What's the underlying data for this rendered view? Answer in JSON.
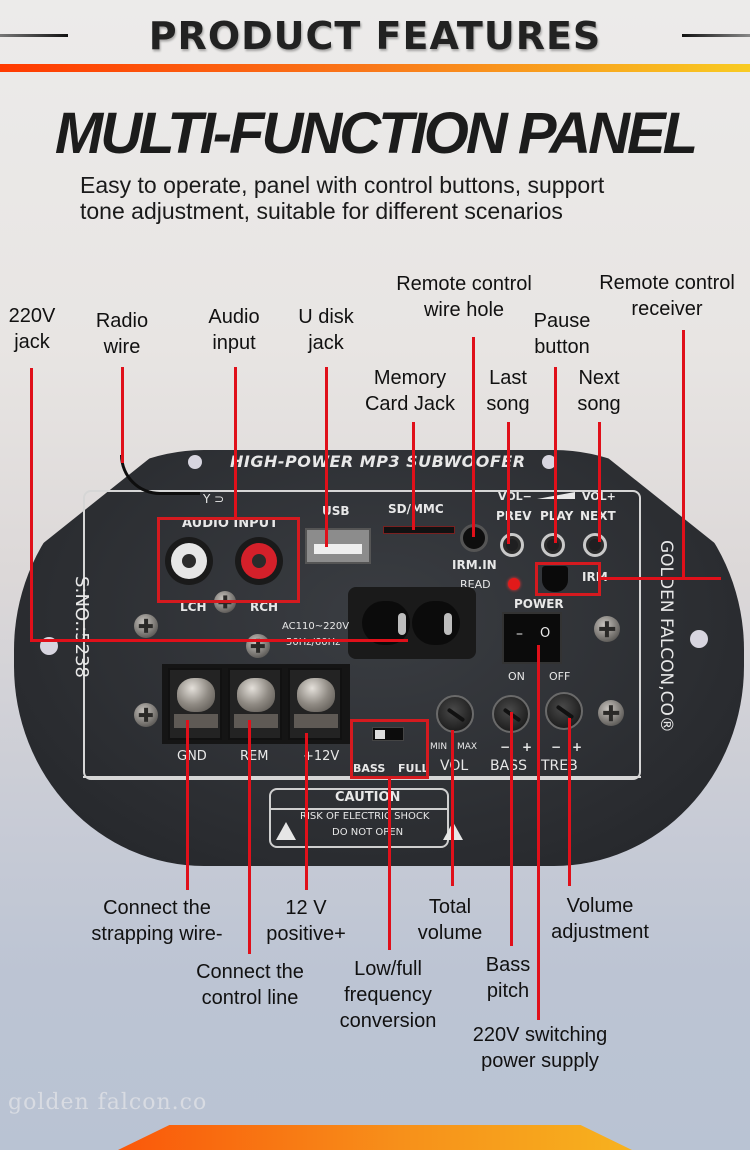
{
  "header": {
    "title": "PRODUCT FEATURES"
  },
  "hero": {
    "title": "MULTI-FUNCTION PANEL",
    "subtitle_line1": "Easy to operate, panel with control buttons, support",
    "subtitle_line2": "tone adjustment, suitable for different scenarios"
  },
  "callouts_top": [
    {
      "id": "jack-220v",
      "line1": "220V",
      "line2": "jack"
    },
    {
      "id": "radio-wire",
      "line1": "Radio",
      "line2": "wire"
    },
    {
      "id": "audio-input",
      "line1": "Audio",
      "line2": "input"
    },
    {
      "id": "u-disk-jack",
      "line1": "U disk",
      "line2": "jack"
    },
    {
      "id": "memory-card-jack",
      "line1": "Memory",
      "line2": "Card Jack"
    },
    {
      "id": "remote-control-wire-hole",
      "line1": "Remote control",
      "line2": "wire hole"
    },
    {
      "id": "last-song",
      "line1": "Last",
      "line2": "song"
    },
    {
      "id": "pause-button",
      "line1": "Pause",
      "line2": "button"
    },
    {
      "id": "next-song",
      "line1": "Next",
      "line2": "song"
    },
    {
      "id": "remote-control-receiver",
      "line1": "Remote control",
      "line2": "receiver"
    }
  ],
  "callouts_bottom": [
    {
      "id": "strapping-wire",
      "line1": "Connect the",
      "line2": "strapping wire-"
    },
    {
      "id": "control-line",
      "line1": "Connect the",
      "line2": "control line"
    },
    {
      "id": "positive-12v",
      "line1": "12 V",
      "line2": "positive+"
    },
    {
      "id": "frequency-conversion",
      "line1": "Low/full",
      "line2": "frequency",
      "line3": "conversion"
    },
    {
      "id": "total-volume",
      "line1": "Total",
      "line2": "volume"
    },
    {
      "id": "bass-pitch",
      "line1": "Bass",
      "line2": "pitch"
    },
    {
      "id": "switching-power-supply",
      "line1": "220V switching",
      "line2": "power supply"
    },
    {
      "id": "volume-adjustment",
      "line1": "Volume",
      "line2": "adjustment"
    }
  ],
  "panel": {
    "brand_title": "HIGH-POWER MP3 SUBWOOFER",
    "serial": "S:NO.:5238",
    "maker": "GOLDEN FALCON,CO®",
    "antenna_symbol": "Y ⊃",
    "audio_input": "AUDIO INPUT",
    "lch": "LCH",
    "rch": "RCH",
    "usb": "USB",
    "sd": "SD/MMC",
    "irm_in": "IRM.IN",
    "read": "READ",
    "vol_minus": "VOL−",
    "vol_plus": "VOL+",
    "prev": "PREV",
    "play": "PLAY",
    "next": "NEXT",
    "irm": "IRM",
    "power": "POWER",
    "ac_line1": "AC110~220V",
    "ac_line2": "50Hz/60Hz",
    "switch_on": "ON",
    "switch_off": "OFF",
    "switch_glyph_off": "–",
    "switch_glyph_on": "O",
    "gnd": "GND",
    "rem": "REM",
    "plus12v": "+12V",
    "bass_sw": "BASS",
    "full_sw": "FULL",
    "vol_min": "MIN",
    "vol_max": "MAX",
    "vol": "VOL",
    "bass": "BASS",
    "treb": "TREB",
    "minus": "−",
    "plus": "+",
    "caution_title": "CAUTION",
    "caution_line1": "RISK OF ELECTRIC SHOCK",
    "caution_line2": "DO NOT OPEN",
    "exclaim": "!",
    "bolt": "ϟ"
  },
  "watermark": "golden falcon.co",
  "colors": {
    "accent_red": "#e0101a",
    "gradient_start": "#ff3a00",
    "gradient_end": "#f8cb22",
    "panel": "#2a2c30"
  }
}
